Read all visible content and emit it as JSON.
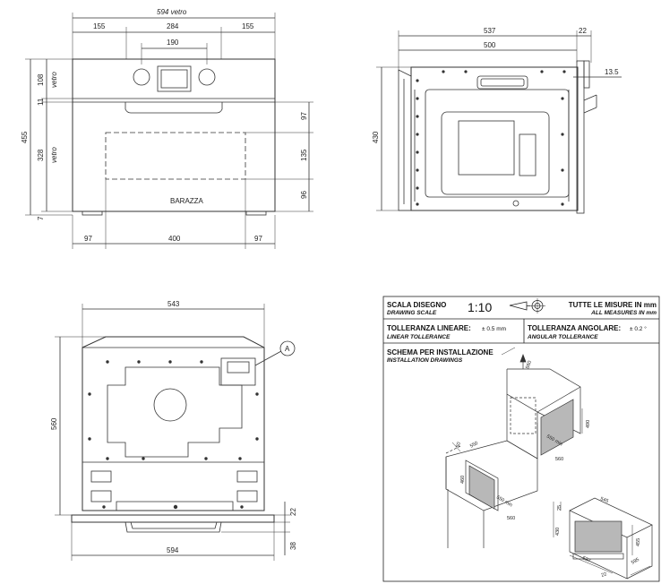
{
  "front_view": {
    "width_glass": "594 vetro",
    "top_left": "155",
    "top_center": "284",
    "top_right": "155",
    "center_inner": "190",
    "left_108": "108",
    "left_vetro_top": "vetro",
    "left_11": "11",
    "left_455": "455",
    "left_328": "328",
    "left_vetro_bottom": "vetro",
    "left_7": "7",
    "right_97": "97",
    "right_135": "135",
    "right_96": "96",
    "bottom_left": "97",
    "bottom_center": "400",
    "bottom_right": "97",
    "brand": "BARAZZA"
  },
  "side_view": {
    "depth_537": "537",
    "depth_22": "22",
    "depth_500": "500",
    "height_430": "430",
    "flange_13_5": "13.5"
  },
  "top_view": {
    "width_543": "543",
    "height_560": "560",
    "callout": "A",
    "bottom_22": "22",
    "bottom_38": "38",
    "width_594": "594"
  },
  "title_block": {
    "scale_label_it": "SCALA DISEGNO",
    "scale_label_en": "DRAWING SCALE",
    "scale_value": "1:10",
    "measures_it": "TUTTE LE MISURE IN mm",
    "measures_en": "ALL MEASURES IN mm",
    "linear_it": "TOLLERANZA LINEARE:",
    "linear_value": "± 0.5 mm",
    "linear_en": "LINEAR TOLLERANCE",
    "angular_it": "TOLLERANZA ANGOLARE:",
    "angular_value": "± 0.2 °",
    "angular_en": "ANGULAR TOLLERANCE",
    "schema_it": "SCHEMA PER INSTALLAZIONE",
    "schema_en": "INSTALLATION DRAWINGS"
  },
  "install_drawing": {
    "d_560_top": "560",
    "d_490_upper": "490",
    "d_550_min_upper": "550 min",
    "d_560_upper_bottom": "560",
    "d_50": "50",
    "d_550": "550",
    "d_460": "460",
    "d_550_min_lower": "550 min",
    "d_560_lower": "560",
    "d_545": "545",
    "d_25": "25",
    "d_430": "430",
    "d_455": "455",
    "d_537": "537",
    "d_595": "595",
    "d_22": "22"
  }
}
